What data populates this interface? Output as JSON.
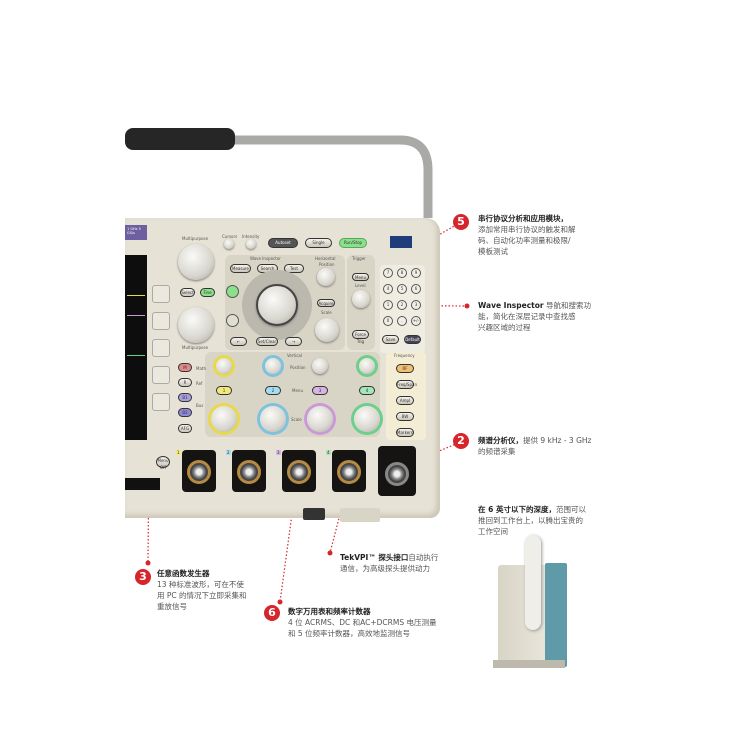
{
  "scope": {
    "model_badge": "1 GHz 5 GS/s",
    "buttons": {
      "autoset": "Autoset",
      "single": "Single",
      "runstop": "Run/Stop",
      "measure": "Measure",
      "search": "Search",
      "test": "Test",
      "select": "Select",
      "fine": "Fine",
      "set_clear": "Set/Clear",
      "acquire": "Acquire",
      "menu": "Menu",
      "force_trig": "Force Trig",
      "save": "Save",
      "default": "Default",
      "math": "M",
      "ref": "R",
      "b1": "B1",
      "b2": "B2",
      "afg": "AFG",
      "rf": "RF",
      "freq_span": "Freq/Span",
      "ampl": "Ampl",
      "bw": "BW",
      "markers": "Markers",
      "menu_off": "Menu Off"
    },
    "labels": {
      "multipurpose_a": "Multipurpose",
      "multipurpose_b": "Multipurpose",
      "cursors": "Cursors",
      "intensity": "Intensity",
      "wave_inspector": "Wave Inspector",
      "horizontal": "Horizontal",
      "trigger": "Trigger",
      "position": "Position",
      "scale": "Scale",
      "level": "Level",
      "vertical": "Vertical",
      "frequency": "Frequency",
      "math_label": "Math",
      "ref_label": "Ref",
      "bus_label": "Bus",
      "v_position": "Position",
      "v_menu": "Menu",
      "v_scale": "Scale"
    },
    "keypad": [
      "7",
      "8",
      "9",
      "4",
      "5",
      "6",
      "1",
      "2",
      "3",
      "0",
      ".",
      "+/-"
    ],
    "channels": [
      "1",
      "2",
      "3",
      "4"
    ]
  },
  "callouts": {
    "c5": {
      "num": "5",
      "title": "串行协议分析和应用模块，",
      "lines": [
        "添加常用串行协议的触发和解",
        "码、自动化功率测量和极限/",
        "模板测试"
      ]
    },
    "wave": {
      "title": "Wave Inspector",
      "lines": [
        "导航和搜索功",
        "能，简化在深层记录中查找感",
        "兴趣区域的过程"
      ]
    },
    "c2": {
      "num": "2",
      "title": "频谱分析仪，",
      "lines": [
        "提供 9 kHz - 3 GHz",
        "的频谱采集"
      ]
    },
    "depth": {
      "title": "在 6 英寸以下的深度，",
      "lines": [
        "范围可以",
        "推回到工作台上，以腾出宝贵的",
        "工作空间"
      ]
    },
    "c3": {
      "num": "3",
      "title": "任意函数发生器",
      "lines": [
        "13 种标准波形，可在不使",
        "用 PC 的情况下立即采集和",
        "重放信号"
      ]
    },
    "tekvpi": {
      "title": "TekVPI™ 探头接口",
      "lines": [
        "自动执行",
        "通信，为高级探头提供动力"
      ]
    },
    "c6": {
      "num": "6",
      "title": "数字万用表和频率计数器",
      "lines": [
        "4 位 ACRMS、DC 和AC+DCRMS 电压测量",
        "和 5 位频率计数器，高效地监测信号"
      ]
    }
  },
  "colors": {
    "accent": "#d6262b",
    "body": "#e6e2d5",
    "ch1": "#e8d94a",
    "ch2": "#7cc3e0",
    "ch3": "#c99ad6",
    "ch4": "#6ccf8a"
  }
}
